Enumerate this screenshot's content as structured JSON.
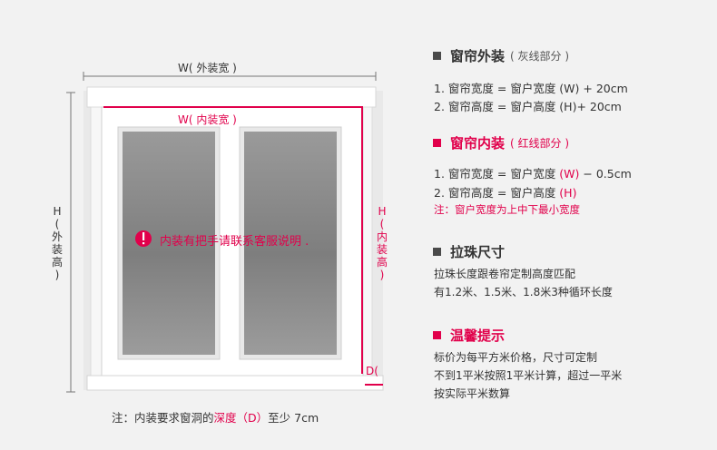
{
  "diagram": {
    "outer_width_label": "W( 外装宽 )",
    "inner_width_label": "W( 内装宽 )",
    "outer_height_label": [
      "H",
      "(",
      "外",
      "装",
      "高",
      ")"
    ],
    "inner_height_label": [
      "H",
      "(",
      "内",
      "装",
      "高",
      ")"
    ],
    "center_notice": "内装有把手请联系客服说明 .",
    "depth_label": "D(",
    "bottom_note_prefix": "注：内装要求窗洞的",
    "bottom_note_highlight": "深度（D）",
    "bottom_note_suffix": "至少 7cm",
    "colors": {
      "accent": "#e1004b",
      "frame": "#ffffff",
      "glass": "#8a8a8a"
    }
  },
  "sections": {
    "outer": {
      "title": "窗帘外装",
      "subtitle": "( 灰线部分 )",
      "line1": "1. 窗帘宽度 = 窗户宽度 (W) + 20cm",
      "line2": "2. 窗帘高度 = 窗户高度 (H)+ 20cm"
    },
    "inner": {
      "title": "窗帘内装",
      "subtitle": "( 红线部分 )",
      "line1_prefix": "1. 窗帘宽度 = 窗户宽度 ",
      "line1_red": "(W)",
      "line1_suffix": " − 0.5cm",
      "line2_prefix": "2. 窗帘高度 = 窗户高度 ",
      "line2_red": "(H)",
      "note": "注：窗户宽度为上中下最小宽度"
    },
    "cord": {
      "title": "拉珠尺寸",
      "line1": "拉珠长度跟卷帘定制高度匹配",
      "line2": "有1.2米、1.5米、1.8米3种循环长度"
    },
    "tips": {
      "title": "温馨提示",
      "line1": "标价为每平方米价格，尺寸可定制",
      "line2": "不到1平米按照1平米计算，超过一平米",
      "line3": "按实际平米数算"
    }
  }
}
